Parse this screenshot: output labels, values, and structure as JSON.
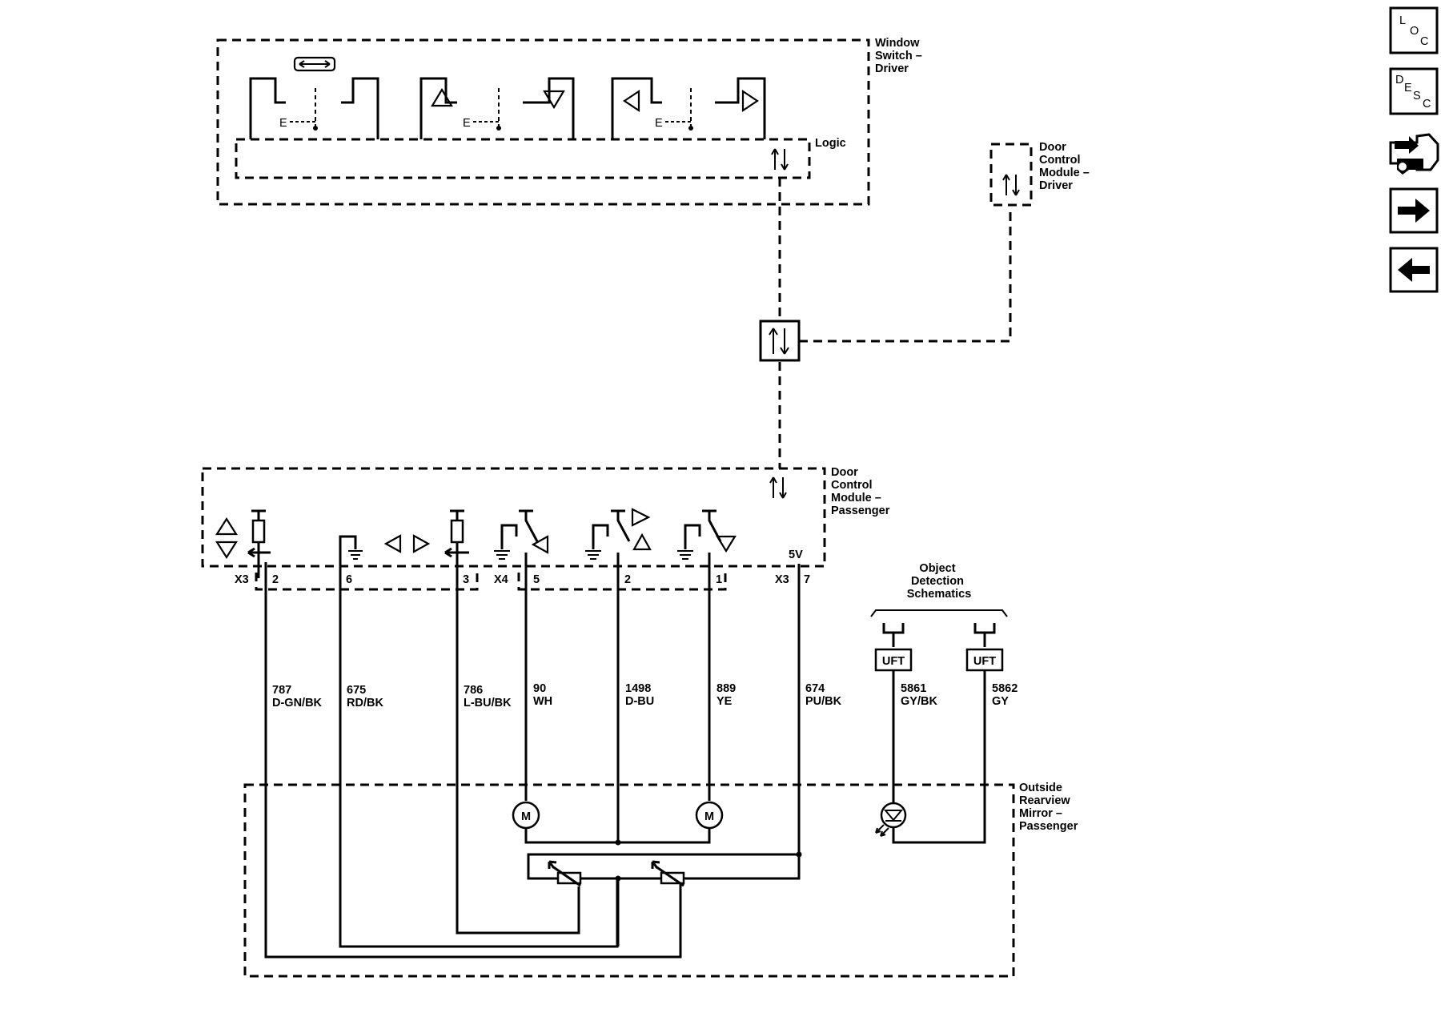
{
  "side_nav": {
    "loc": {
      "l1": "L",
      "l2": "O",
      "l3": "C"
    },
    "desc": {
      "l1": "D",
      "l2": "E",
      "l3": "S",
      "l4": "C"
    }
  },
  "window_switch": {
    "title_lines": [
      "Window",
      "Switch –",
      "Driver"
    ],
    "logic_label": "Logic"
  },
  "dcm_driver": {
    "title_lines": [
      "Door",
      "Control",
      "Module –",
      "Driver"
    ]
  },
  "dcm_passenger": {
    "title_lines": [
      "Door",
      "Control",
      "Module –",
      "Passenger"
    ],
    "supply_label": "5V"
  },
  "connectors": {
    "x3_left": "X3",
    "x4": "X4",
    "x3_right": "X3",
    "pins": [
      "2",
      "6",
      "3",
      "5",
      "2",
      "1",
      "7"
    ]
  },
  "circuits": [
    {
      "number": "787",
      "color": "D-GN/BK"
    },
    {
      "number": "675",
      "color": "RD/BK"
    },
    {
      "number": "786",
      "color": "L-BU/BK"
    },
    {
      "number": "90",
      "color": "WH"
    },
    {
      "number": "1498",
      "color": "D-BU"
    },
    {
      "number": "889",
      "color": "YE"
    },
    {
      "number": "674",
      "color": "PU/BK"
    },
    {
      "number": "5861",
      "color": "GY/BK"
    },
    {
      "number": "5862",
      "color": "GY"
    }
  ],
  "object_detection": {
    "title_lines": [
      "Object",
      "Detection",
      "Schematics"
    ],
    "uft_label": "UFT"
  },
  "mirror": {
    "title_lines": [
      "Outside",
      "Rearview",
      "Mirror –",
      "Passenger"
    ]
  },
  "motor_label": "M",
  "ground_glyph": "⏚"
}
